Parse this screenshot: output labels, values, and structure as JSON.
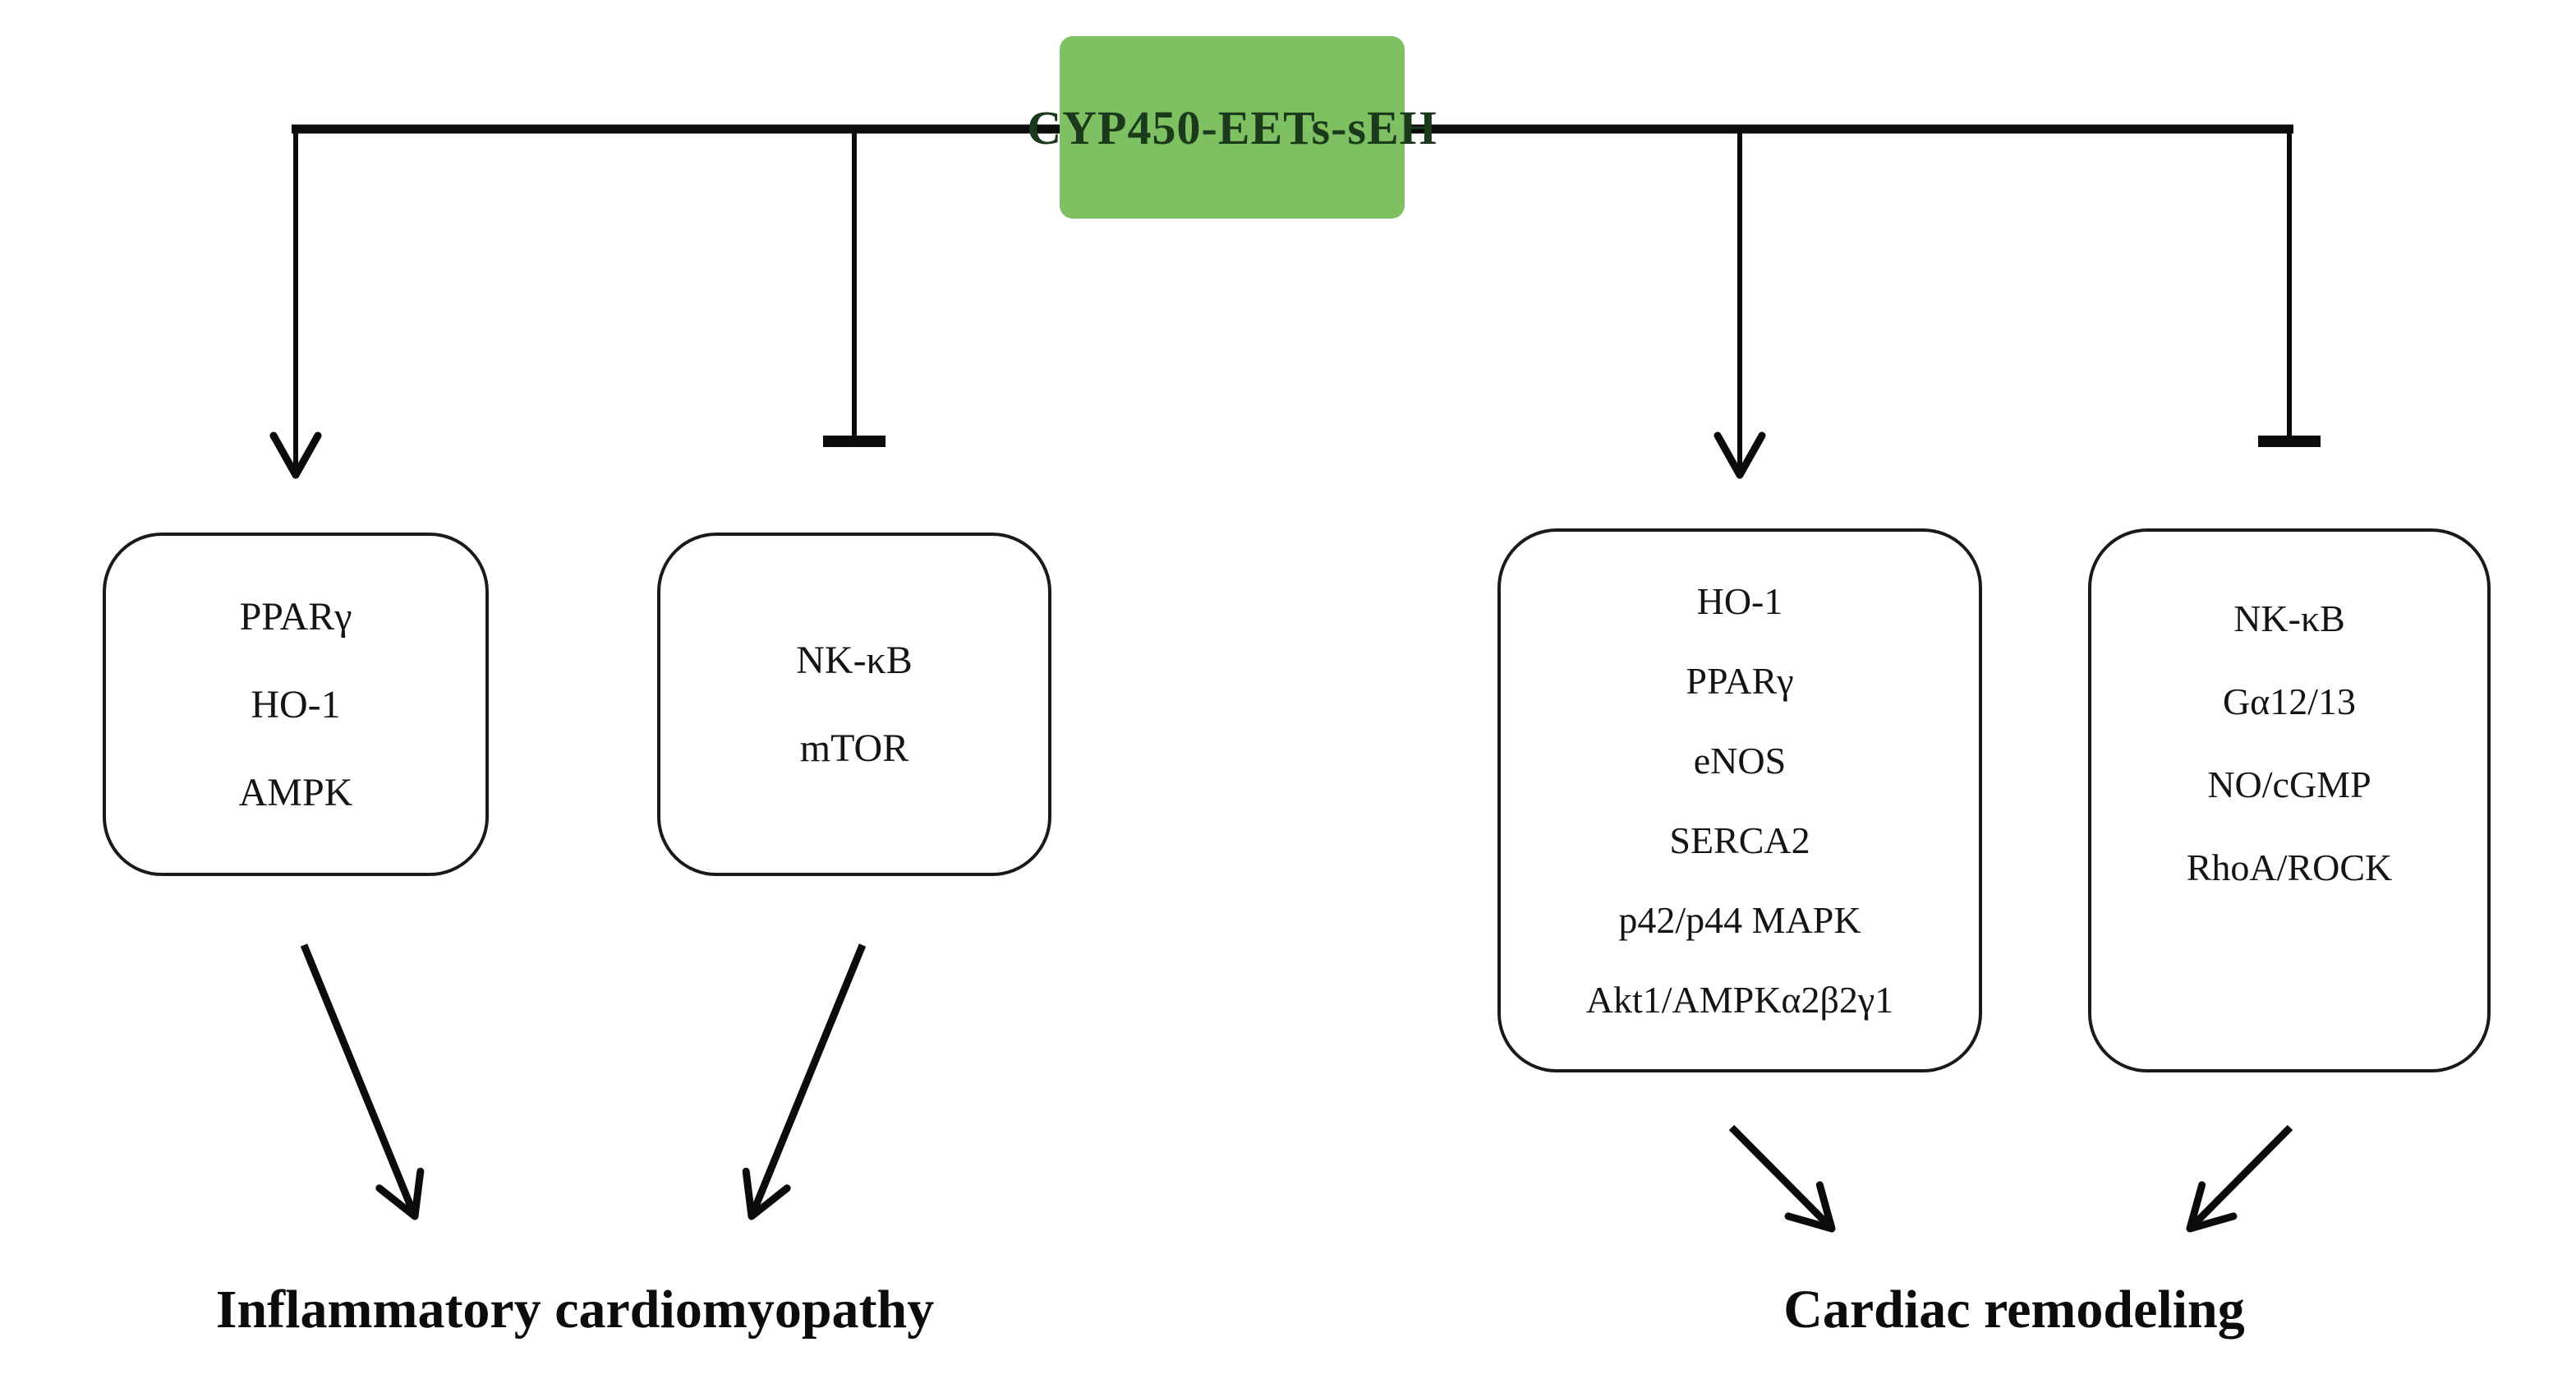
{
  "root": {
    "label": "CYP450-EETs-sEH"
  },
  "branches": [
    {
      "target": "box-1",
      "connector": "activation-arrow"
    },
    {
      "target": "box-2",
      "connector": "inhibition-bar"
    },
    {
      "target": "box-3",
      "connector": "activation-arrow"
    },
    {
      "target": "box-4",
      "connector": "inhibition-bar"
    }
  ],
  "boxes": [
    {
      "items": [
        "PPARγ",
        "HO-1",
        "AMPK"
      ]
    },
    {
      "items": [
        "NK-κB",
        "mTOR"
      ]
    },
    {
      "items": [
        "HO-1",
        "PPARγ",
        "eNOS",
        "SERCA2",
        "p42/p44 MAPK",
        "Akt1/AMPKα2β2γ1"
      ]
    },
    {
      "items": [
        "NK-κB",
        "Gα12/13",
        "NO/cGMP",
        "RhoA/ROCK"
      ]
    }
  ],
  "outcomes": [
    {
      "label": "Inflammatory cardiomyopathy"
    },
    {
      "label": "Cardiac remodeling"
    }
  ],
  "colors": {
    "root_fill": "#7FC063",
    "root_text": "#1B3A1B",
    "line": "#0B0B0B",
    "box_border": "#1A1A1A",
    "text": "#141414",
    "background": "#FFFFFF"
  }
}
